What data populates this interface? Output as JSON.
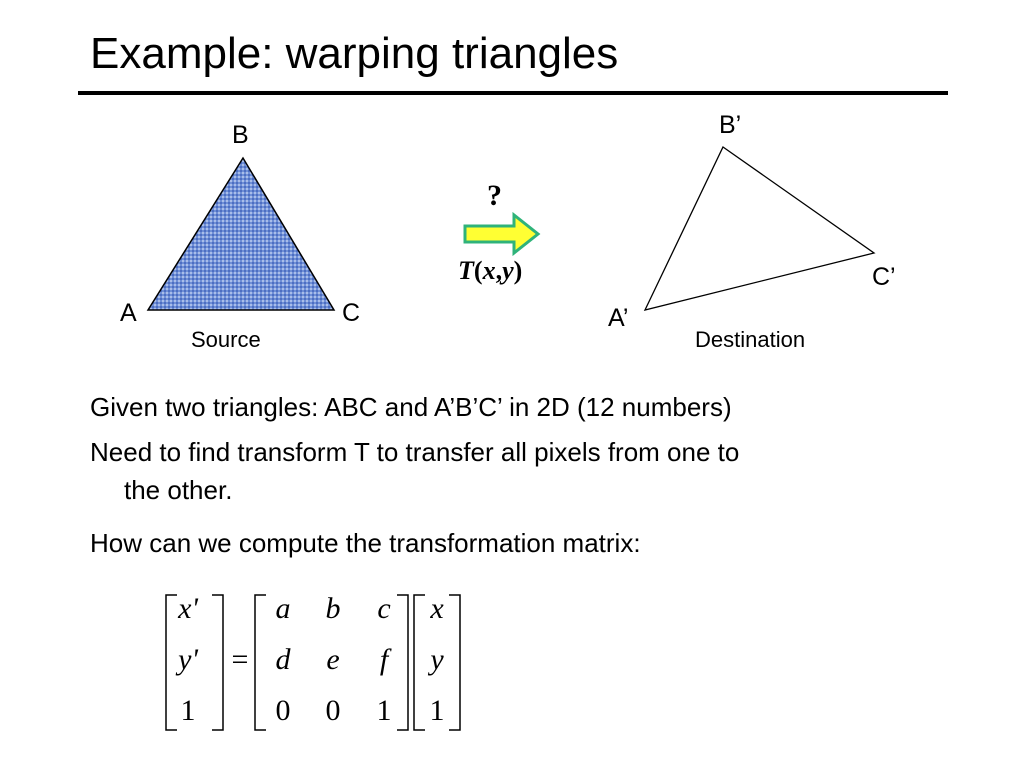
{
  "slide": {
    "title": "Example: warping triangles"
  },
  "diagram": {
    "source": {
      "vertex_a": "A",
      "vertex_b": "B",
      "vertex_c": "C",
      "caption": "Source"
    },
    "destination": {
      "vertex_a": "A’",
      "vertex_b": "B’",
      "vertex_c": "C’",
      "caption": "Destination"
    },
    "arrow": {
      "question": "?",
      "func_name": "T",
      "func_open": "(",
      "func_x": "x",
      "func_comma": ",",
      "func_y": "y",
      "func_close": ")"
    }
  },
  "bullets": [
    {
      "line1": "Given two triangles: ABC and A’B’C’ in 2D (12 numbers)",
      "line2": ""
    },
    {
      "line1": "Need to find transform T to transfer all pixels from one to",
      "line2": "the other."
    },
    {
      "line1": "How can we compute the transformation matrix:",
      "line2": ""
    }
  ],
  "equation": {
    "lhs": [
      "x'",
      "y'",
      "1"
    ],
    "equals": "=",
    "matrix": [
      [
        "a",
        "b",
        "c"
      ],
      [
        "d",
        "e",
        "f"
      ],
      [
        "0",
        "0",
        "1"
      ]
    ],
    "rhs": [
      "x",
      "y",
      "1"
    ]
  }
}
